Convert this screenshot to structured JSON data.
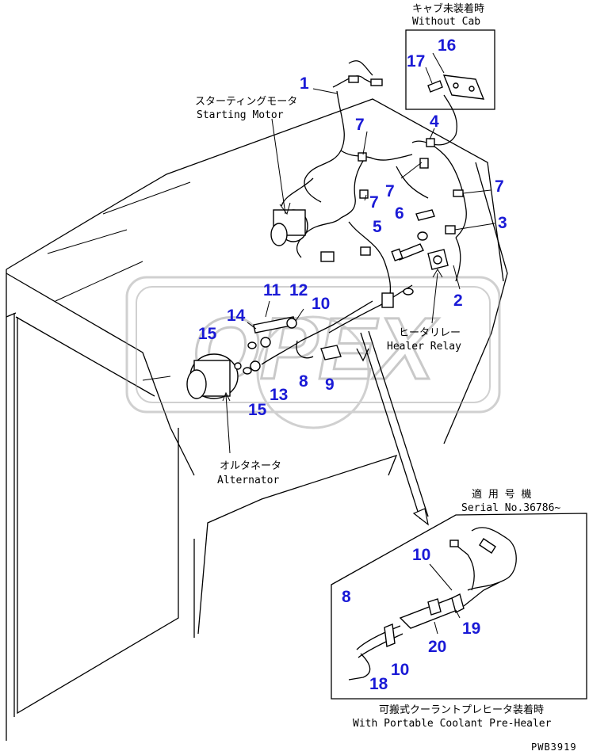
{
  "callouts": {
    "c1": "1",
    "c2": "2",
    "c3": "3",
    "c4": "4",
    "c5": "5",
    "c6": "6",
    "c7a": "7",
    "c7b": "7",
    "c7c": "7",
    "c7d": "7",
    "c8": "8",
    "c9": "9",
    "c10": "10",
    "c11": "11",
    "c12": "12",
    "c13": "13",
    "c14": "14",
    "c15a": "15",
    "c15b": "15",
    "c16": "16",
    "c17": "17",
    "c10b": "10",
    "c8b": "8",
    "c10c": "10",
    "c18": "18",
    "c19": "19",
    "c20": "20"
  },
  "captions": {
    "without_cab_jp": "キャブ未装着時",
    "without_cab_en": "Without Cab",
    "starting_motor_jp": "スターティングモータ",
    "starting_motor_en": "Starting Motor",
    "heater_relay_jp": "ヒータリレー",
    "heater_relay_en": "Healer Relay",
    "alternator_jp": "オルタネータ",
    "alternator_en": "Alternator",
    "serial_jp": "適 用 号 機",
    "serial_en": "Serial No.36786~",
    "portable_jp": "可搬式クーラントプレヒータ装着時",
    "portable_en": "With Portable Coolant Pre-Healer"
  },
  "drawing_code": "PWB3919",
  "watermark": "OPEX",
  "colors": {
    "callout": "#1a1ad6",
    "line": "#000000",
    "watermark": "#bfbfbf"
  }
}
